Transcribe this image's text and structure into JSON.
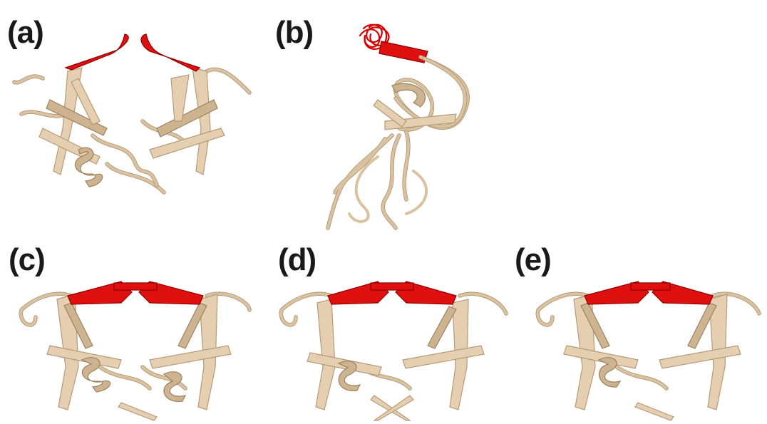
{
  "panels": [
    {
      "label": "(a)"
    },
    {
      "label": "(b)"
    },
    {
      "label": "(c)"
    },
    {
      "label": "(d)"
    },
    {
      "label": "(e)"
    }
  ],
  "colors": {
    "background": "#ffffff",
    "protein_body": "#e6cfb0",
    "flap_highlight": "#e01010",
    "label": "#1a1a1a"
  }
}
